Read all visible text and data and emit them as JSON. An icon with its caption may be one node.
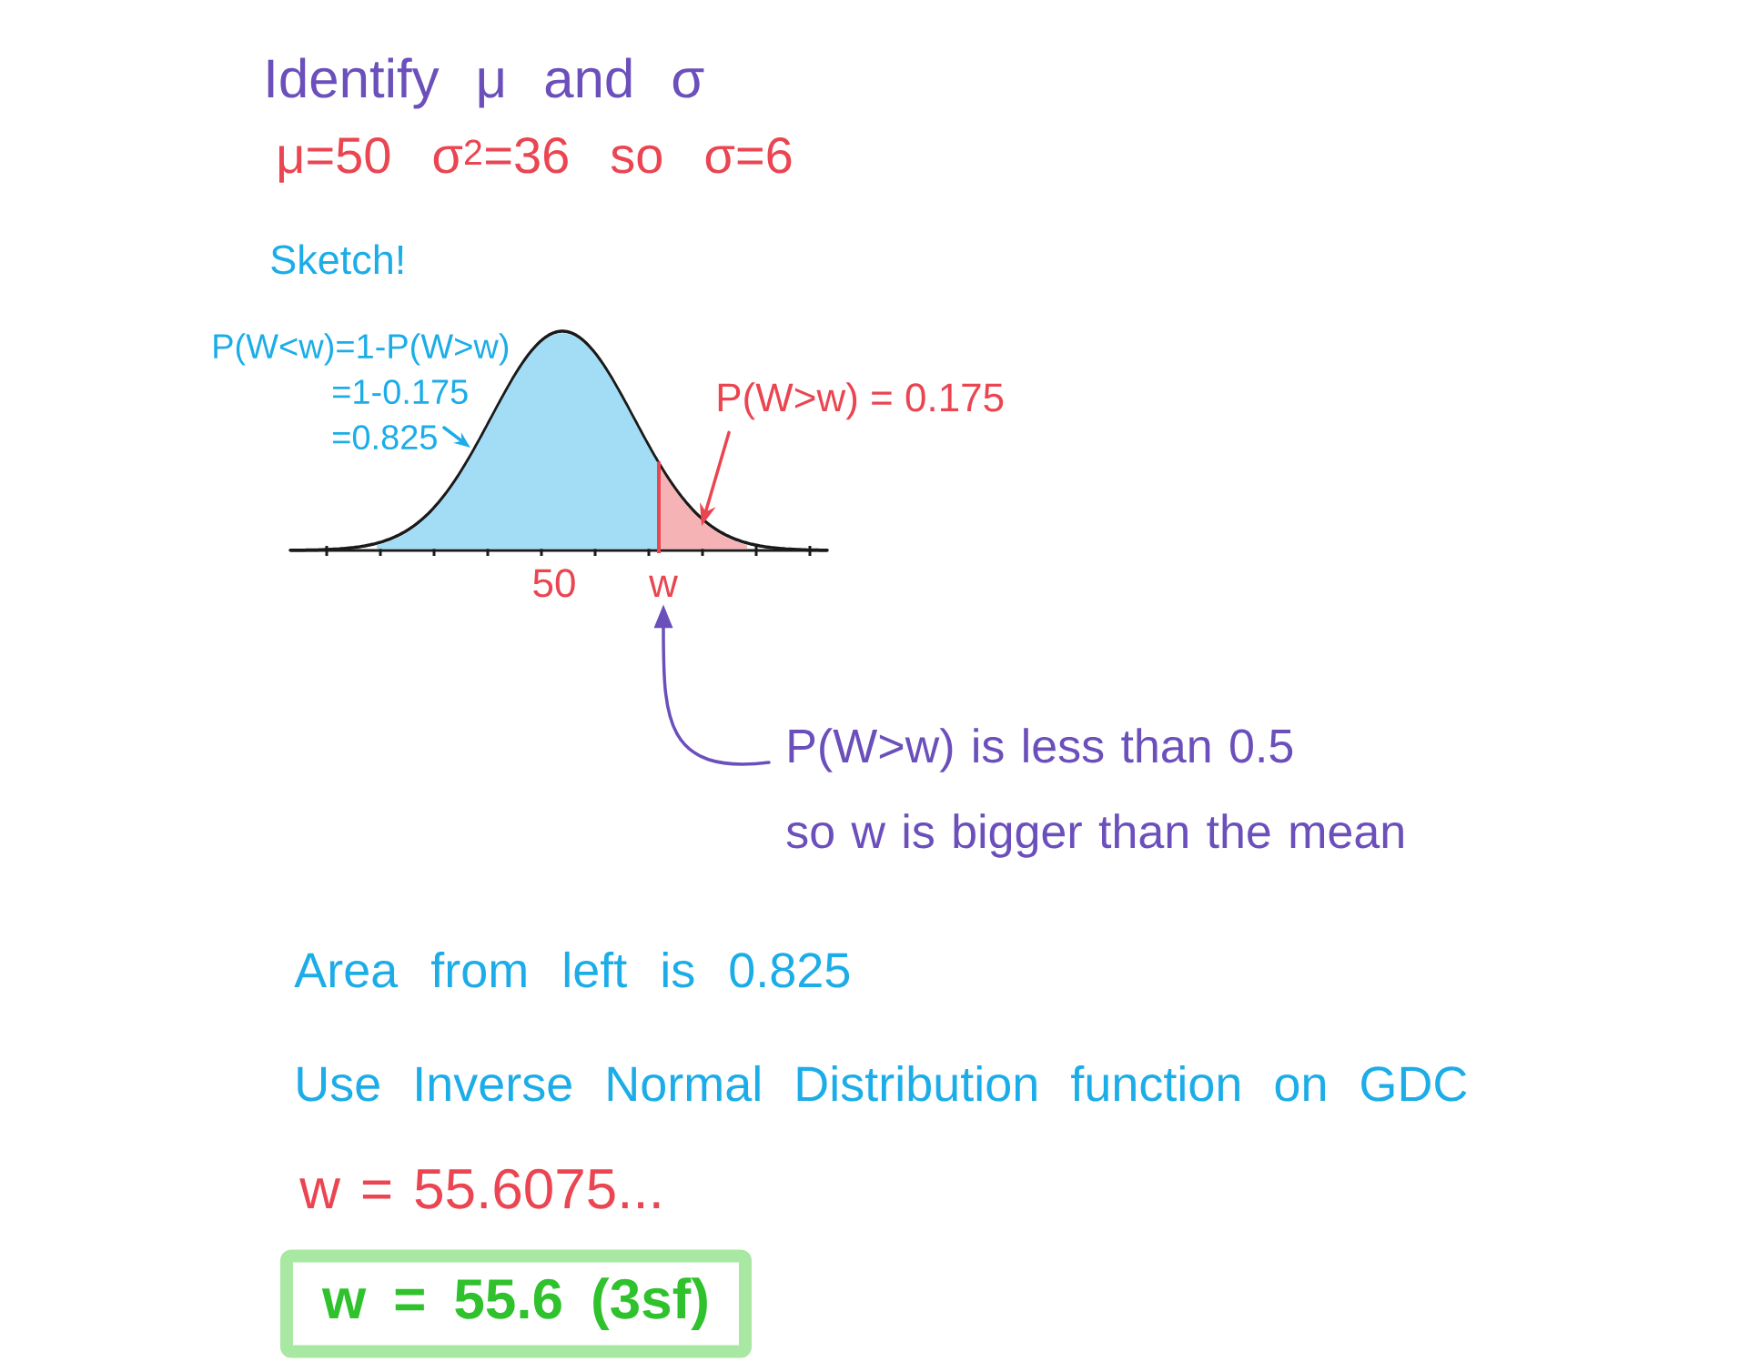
{
  "diagram": {
    "nodes": [
      {
        "text": [
          "P(W<w)=1-P(W>w)",
          "=1-0.175",
          "=0.825"
        ]
      },
      {
        "text": [],
        "shape": "area"
      },
      {
        "text": [
          "P(W>w) = 0.175"
        ]
      },
      {
        "text": [],
        "shape": "area"
      },
      {
        "text": [
          "w"
        ]
      },
      {
        "text": [
          "P(W>w) is less than 0.5 so w is bigger than the mean"
        ]
      },
      {
        "text": [
          "w = 55.6 (3sf)"
        ]
      }
    ],
    "edges": [
      {
        "from": 0,
        "to": 1,
        "arrow": "to",
        "color": "#1cade8"
      },
      {
        "from": 2,
        "to": 3,
        "arrow": "to",
        "color": "#ea4551"
      },
      {
        "from": 5,
        "to": 4,
        "arrow": "to",
        "color": "#6b4fbb"
      }
    ],
    "labels": [
      "Identify μ and σ",
      "μ=50 σ$^{2}$=36 so σ=6",
      "Sketch!",
      "50",
      "Area from left is 0.825",
      "Use Inverse Normal Distribution function on GDC",
      "w = 55.6075..."
    ]
  }
}
